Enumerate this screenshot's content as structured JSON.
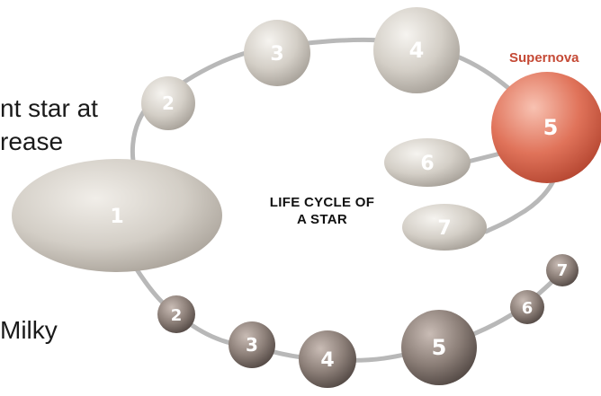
{
  "diagram": {
    "title_line1": "LIFE CYCLE OF",
    "title_line2": "A STAR",
    "supernova_label": "Supernova",
    "partial_text": {
      "line1": "nt star at",
      "line2": "rease",
      "line3": "Milky"
    },
    "top_cycle_numbers": [
      "2",
      "3",
      "4",
      "5",
      "6",
      "7"
    ],
    "start_number": "1",
    "bottom_cycle_numbers": [
      "2",
      "3",
      "4",
      "5",
      "6",
      "7"
    ],
    "colors": {
      "light_star": "#d6d1c9",
      "dark_star": "#8a7d76",
      "supernova": "#dd6a52",
      "supernova_text": "#c54a36",
      "orbit": "#b3b3b3"
    }
  }
}
